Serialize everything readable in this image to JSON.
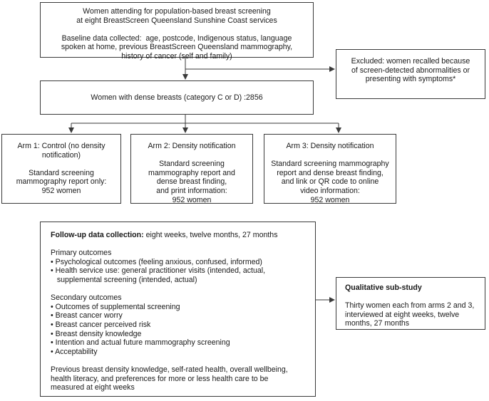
{
  "top_box": {
    "lines": [
      "Women attending for population-based breast screening",
      "at eight BreastScreen Queensland Sunshine Coast services",
      "",
      "Baseline data collected:  age, postcode, Indigenous status, language",
      "spoken at home, previous BreastScreen Queensland mammography,",
      "history of cancer (self and family)"
    ]
  },
  "excluded_box": {
    "lines": [
      "Excluded: women recalled because",
      "of screen-detected abnormalities or",
      "presenting with symptoms*"
    ]
  },
  "dense_box": {
    "text": "Women with dense breasts (category C or D) :2856"
  },
  "arms": [
    {
      "lines": [
        "Arm 1: Control (no density",
        "notification)",
        "",
        "Standard screening",
        "mammography report only:",
        "952 women"
      ]
    },
    {
      "lines": [
        "Arm 2: Density notification",
        "",
        "Standard screening",
        "mammography report and",
        "dense breast finding,",
        "and print information:",
        "952 women"
      ]
    },
    {
      "lines": [
        "Arm 3: Density notification",
        "",
        "Standard screening mammography",
        "report and dense breast finding,",
        "and link or QR code to online",
        "video information:",
        "952 women"
      ]
    }
  ],
  "followup_box": {
    "heading_bold": "Follow-up data collection:",
    "heading_rest": " eight weeks, twelve months, 27 months",
    "primary_title": "Primary outcomes",
    "primary_items": [
      "• Psychological outcomes (feeling anxious, confused, informed)",
      "• Health service use: general practitioner visits (intended, actual,",
      "   supplemental screening (intended, actual)"
    ],
    "secondary_title": "Secondary outcomes",
    "secondary_items": [
      "• Outcomes of supplemental screening",
      "• Breast cancer worry",
      "• Breast cancer perceived risk",
      "• Breast density knowledge",
      "• Intention and actual future mammography screening",
      "• Acceptability"
    ],
    "closing_lines": [
      "Previous breast density knowledge, self-rated health, overall wellbeing,",
      "health literacy, and preferences for more or less health care to be",
      "measured at eight weeks"
    ]
  },
  "qualitative_box": {
    "title": "Qualitative sub-study",
    "lines": [
      "Thirty women each from arms 2 and 3,",
      "interviewed at eight weeks, twelve",
      "months, 27 months"
    ]
  }
}
